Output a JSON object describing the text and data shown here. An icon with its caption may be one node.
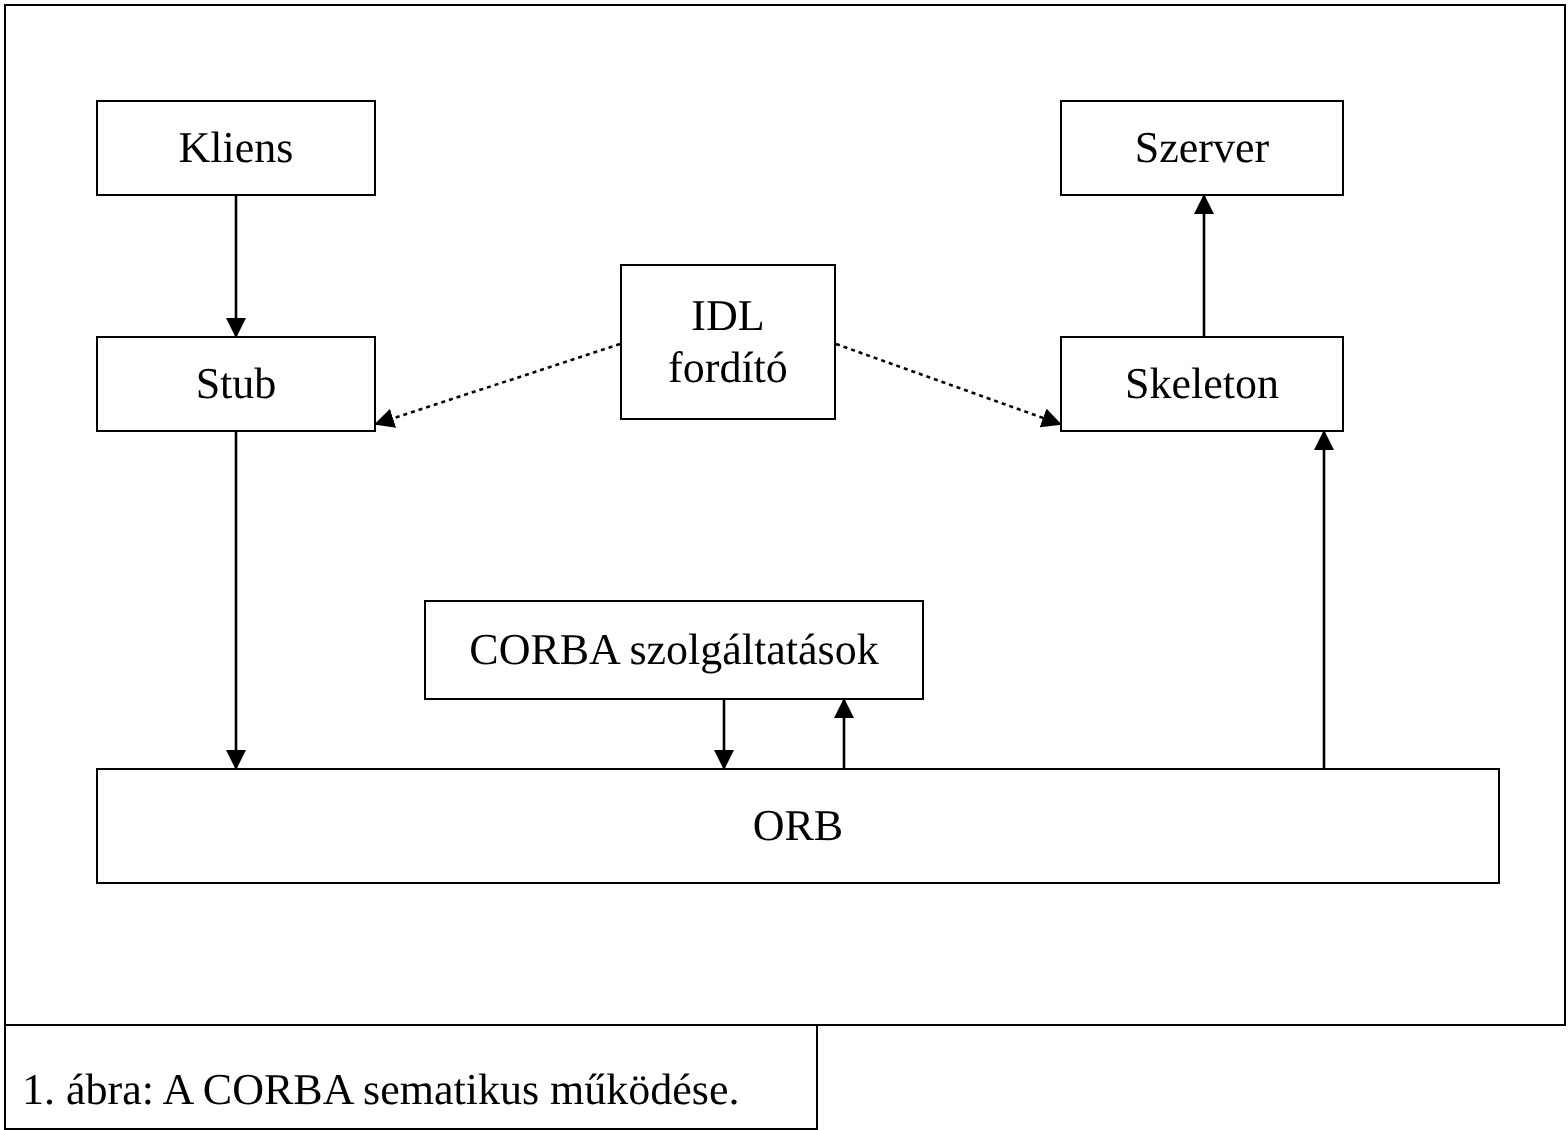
{
  "diagram": {
    "caption": "1. ábra: A CORBA sematikus működése.",
    "nodes": [
      {
        "text": [
          "Kliens"
        ]
      },
      {
        "text": [
          "Szerver"
        ]
      },
      {
        "text": [
          "IDL fordító"
        ]
      },
      {
        "text": [
          "Stub"
        ]
      },
      {
        "text": [
          "Skeleton"
        ]
      },
      {
        "text": [
          "CORBA szolgáltatások"
        ]
      },
      {
        "text": [
          "ORB"
        ]
      }
    ],
    "edges": [
      {
        "from": 0,
        "to": 3,
        "arrow": "to"
      },
      {
        "from": 2,
        "to": 3,
        "arrow": "to",
        "style": "dashed"
      },
      {
        "from": 2,
        "to": 4,
        "arrow": "to",
        "style": "dashed"
      },
      {
        "from": 4,
        "to": 1,
        "arrow": "to"
      },
      {
        "from": 3,
        "to": 6,
        "arrow": "to"
      },
      {
        "from": 5,
        "to": 6,
        "arrow": "to"
      },
      {
        "from": 6,
        "to": 5,
        "arrow": "to"
      },
      {
        "from": 6,
        "to": 4,
        "arrow": "to"
      }
    ]
  }
}
